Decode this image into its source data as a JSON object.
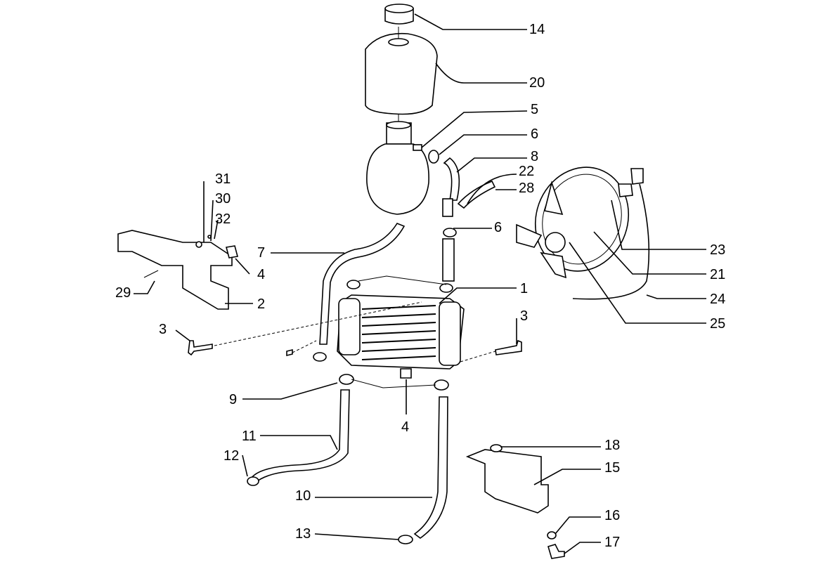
{
  "callouts": [
    {
      "id": "c14",
      "label": "14"
    },
    {
      "id": "c20",
      "label": "20"
    },
    {
      "id": "c5",
      "label": "5"
    },
    {
      "id": "c6a",
      "label": "6"
    },
    {
      "id": "c8",
      "label": "8"
    },
    {
      "id": "c22",
      "label": "22"
    },
    {
      "id": "c28",
      "label": "28"
    },
    {
      "id": "c6b",
      "label": "6"
    },
    {
      "id": "c31",
      "label": "31"
    },
    {
      "id": "c30",
      "label": "30"
    },
    {
      "id": "c32",
      "label": "32"
    },
    {
      "id": "c7",
      "label": "7"
    },
    {
      "id": "c4a",
      "label": "4"
    },
    {
      "id": "c29",
      "label": "29"
    },
    {
      "id": "c2",
      "label": "2"
    },
    {
      "id": "c3a",
      "label": "3"
    },
    {
      "id": "c1",
      "label": "1"
    },
    {
      "id": "c3b",
      "label": "3"
    },
    {
      "id": "c23",
      "label": "23"
    },
    {
      "id": "c21",
      "label": "21"
    },
    {
      "id": "c24",
      "label": "24"
    },
    {
      "id": "c25",
      "label": "25"
    },
    {
      "id": "c9",
      "label": "9"
    },
    {
      "id": "c4b",
      "label": "4"
    },
    {
      "id": "c11",
      "label": "11"
    },
    {
      "id": "c12",
      "label": "12"
    },
    {
      "id": "c10",
      "label": "10"
    },
    {
      "id": "c13",
      "label": "13"
    },
    {
      "id": "c18",
      "label": "18"
    },
    {
      "id": "c15",
      "label": "15"
    },
    {
      "id": "c16",
      "label": "16"
    },
    {
      "id": "c17",
      "label": "17"
    }
  ]
}
